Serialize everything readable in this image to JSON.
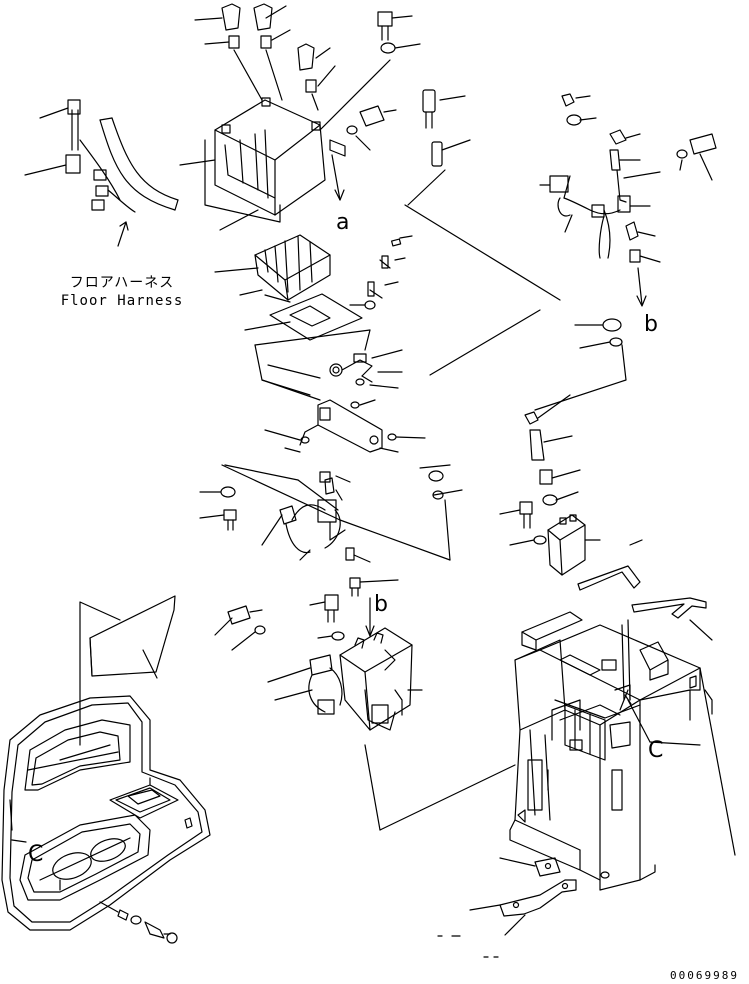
{
  "callouts": {
    "a": "a",
    "b": "b",
    "c": "C"
  },
  "harness_label": {
    "jp": "フロアハーネス",
    "en": "Floor Harness"
  },
  "document_number": "00069989",
  "colors": {
    "ink": "#000000",
    "paper": "#ffffff"
  }
}
